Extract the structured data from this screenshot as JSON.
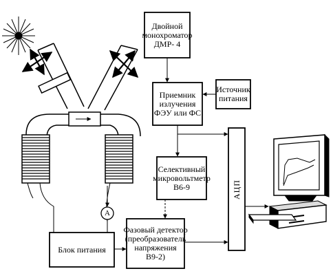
{
  "blocks": {
    "monochromator": [
      "Двойной",
      "монохроматор",
      "ДМР- 4"
    ],
    "receiver": [
      "Приемник",
      "излучения",
      "ФЭУ или ФС"
    ],
    "source": [
      "Источник",
      "питания"
    ],
    "voltmeter": [
      "Селективный",
      "микровольтметр",
      "В6-9"
    ],
    "detector": [
      "Фазовый детектор",
      "(преобразователь",
      "напряжения",
      "В9-2)"
    ],
    "power": [
      "Блок питания"
    ],
    "adc": "АЦП",
    "ammeter": "А"
  }
}
